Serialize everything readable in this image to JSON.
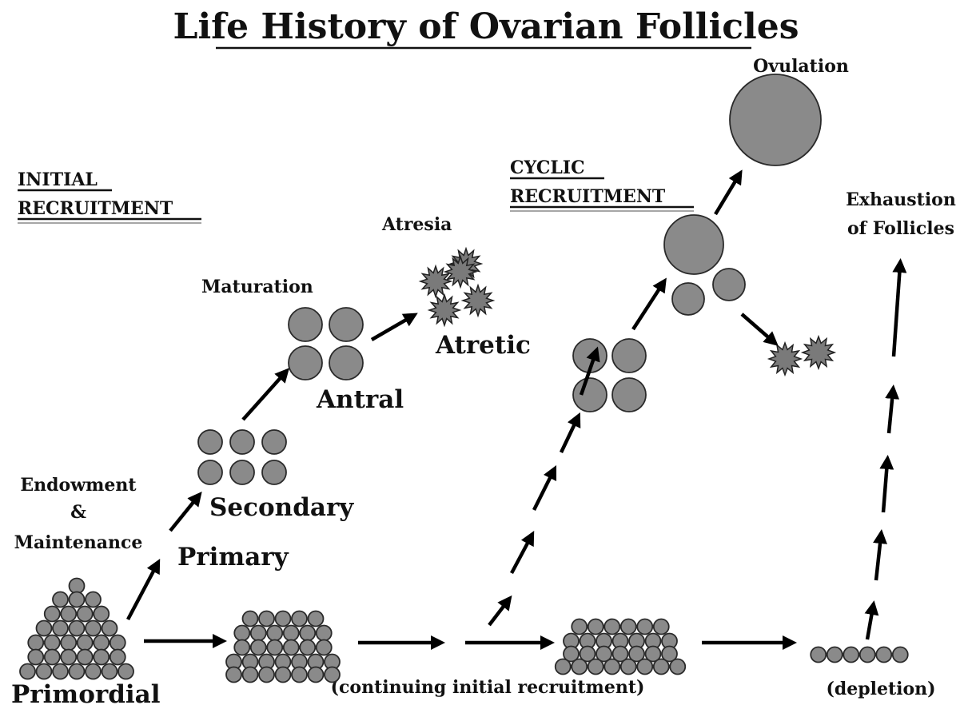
{
  "title": "Life History of Ovarian Follicles",
  "labels": {
    "initial_recruitment_1": "INITIAL",
    "initial_recruitment_2": "RECRUITMENT",
    "cyclic_recruitment_1": "CYCLIC",
    "cyclic_recruitment_2": "RECRUITMENT",
    "ovulation": "Ovulation",
    "exhaustion_1": "Exhaustion",
    "exhaustion_2": "of Follicles",
    "atresia": "Atresia",
    "atretic": "Atretic",
    "maturation": "Maturation",
    "antral": "Antral",
    "secondary": "Secondary",
    "primary": "Primary",
    "endowment_1": "Endowment",
    "endowment_2": "&",
    "endowment_3": "Maintenance",
    "primordial": "Primordial",
    "continuing": "(continuing initial recruitment)",
    "depletion": "(depletion)"
  },
  "colors": {
    "follicle_fill": "#8a8a8a",
    "follicle_stroke": "#2a2a2a",
    "arrow": "#000000",
    "text": "#111111"
  }
}
